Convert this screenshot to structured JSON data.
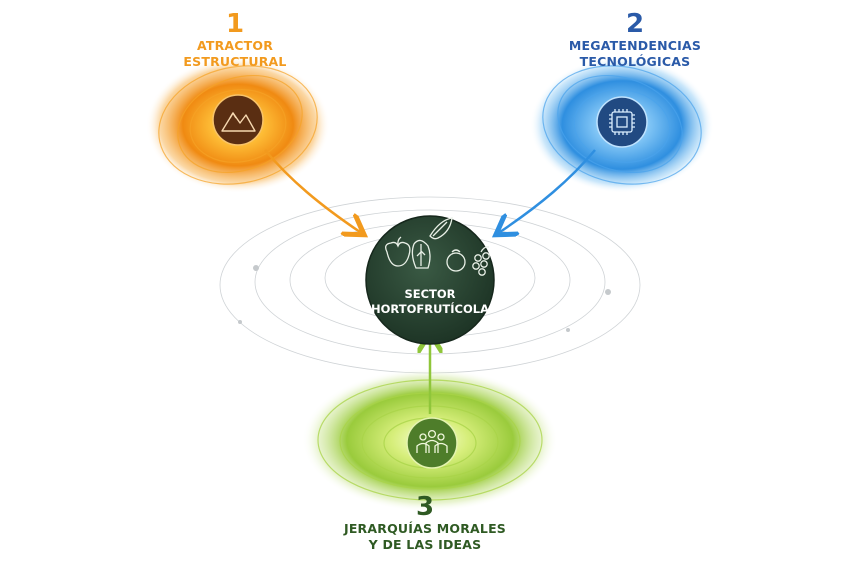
{
  "center": {
    "line1": "SECTOR",
    "line2": "HORTOFRUTÍCOLA",
    "icon": "fruits-vegetables-icon",
    "color": "#24402d"
  },
  "forces": [
    {
      "number": "1",
      "line1": "ATRACTOR",
      "line2": "ESTRUCTURAL",
      "icon": "mountain-icon",
      "color": "#f29a1e"
    },
    {
      "number": "2",
      "line1": "MEGATENDENCIAS",
      "line2": "TECNOLÓGICAS",
      "icon": "microchip-icon",
      "color": "#2f8fe0"
    },
    {
      "number": "3",
      "line1": "JERARQUÍAS MORALES",
      "line2": "Y DE LAS IDEAS",
      "icon": "people-group-icon",
      "color": "#8fc63a"
    }
  ]
}
